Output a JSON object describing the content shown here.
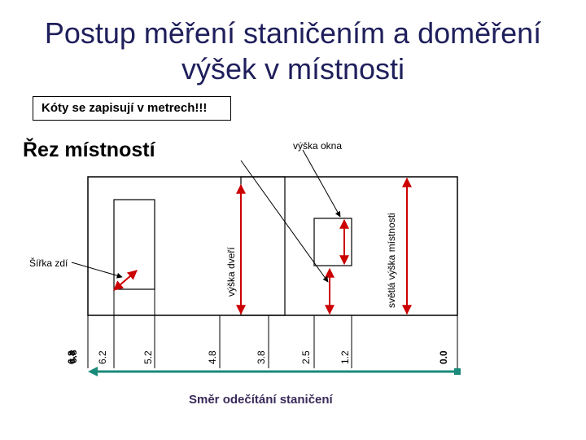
{
  "title_line1": "Postup měření staničením a doměření",
  "title_line2": "výšek v místnosti",
  "note": "Kóty se zapisují v metrech!!!",
  "section_heading": "Řez místností",
  "labels": {
    "window_height": "výška okna",
    "door_height": "výška dveří",
    "wall_width": "Šířka zdí",
    "clear_height": "světlá výška místnosti"
  },
  "stations": [
    "6.8",
    "6.8",
    "6.2",
    "5.2",
    "4.8",
    "3.8",
    "2.5",
    "1.2",
    "0.0"
  ],
  "direction": "Směr odečítání staničení",
  "colors": {
    "title": "#1f1f5c",
    "arrows": "#cc0000",
    "axis": "#1a8a7a"
  }
}
